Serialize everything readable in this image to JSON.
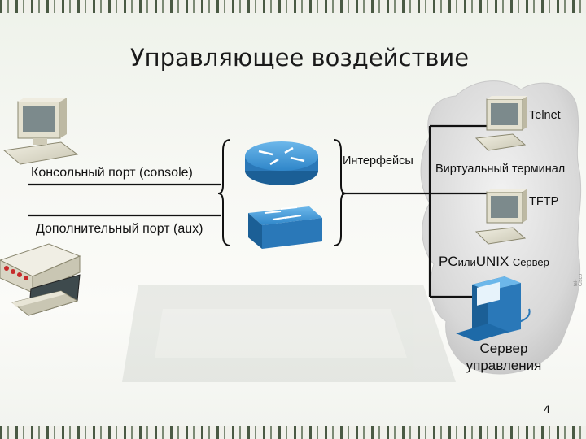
{
  "slide": {
    "title": "Управляющее воздействие",
    "page_number": "4",
    "side_mark": "tel-Cisco"
  },
  "left": {
    "console_label": "Консольный порт (console)",
    "aux_label": "Дополнительный порт (aux)"
  },
  "center": {
    "interfaces_label": "Интерфейсы"
  },
  "cloud": {
    "telnet_label": "Telnet",
    "virtual_terminal_label": "Виртуальный терминал",
    "tftp_label": "TFTP",
    "pc_label": "PC",
    "or_label": "или",
    "unix_label": "UNIX",
    "server_label": "Сервер",
    "mgmt_server_line1": "Сервер",
    "mgmt_server_line2": "управления"
  },
  "colors": {
    "device_blue": "#2f86c9",
    "device_blue_dark": "#1b5f96",
    "cloud_fill": "#dcdcdc",
    "line": "#111111"
  }
}
